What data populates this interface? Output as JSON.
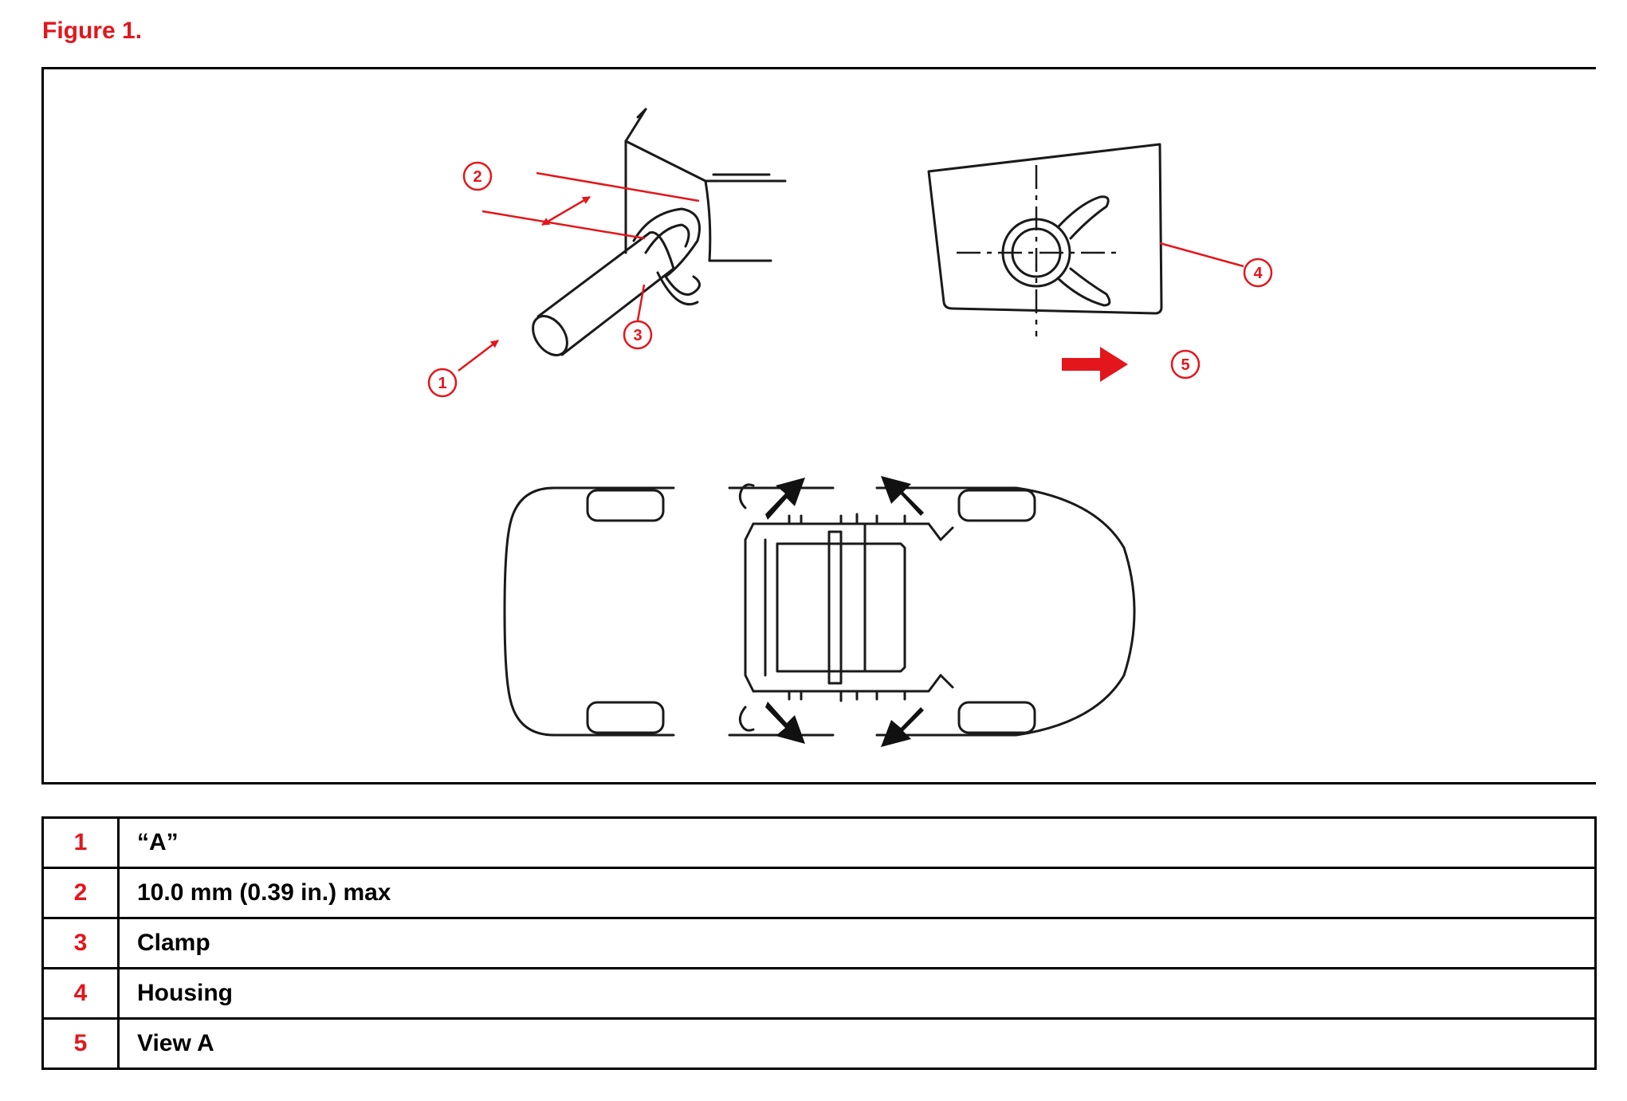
{
  "figure": {
    "title": "Figure 1.",
    "callouts": [
      "1",
      "2",
      "3",
      "4",
      "5"
    ]
  },
  "legend": [
    {
      "num": "1",
      "text": "“A”"
    },
    {
      "num": "2",
      "text": "10.0 mm (0.39 in.)  max"
    },
    {
      "num": "3",
      "text": "Clamp"
    },
    {
      "num": "4",
      "text": "Housing"
    },
    {
      "num": "5",
      "text": "View A"
    }
  ],
  "colors": {
    "accent_red": "#e3161b",
    "line": "#1a1a1a",
    "arrow_black": "#111111"
  }
}
